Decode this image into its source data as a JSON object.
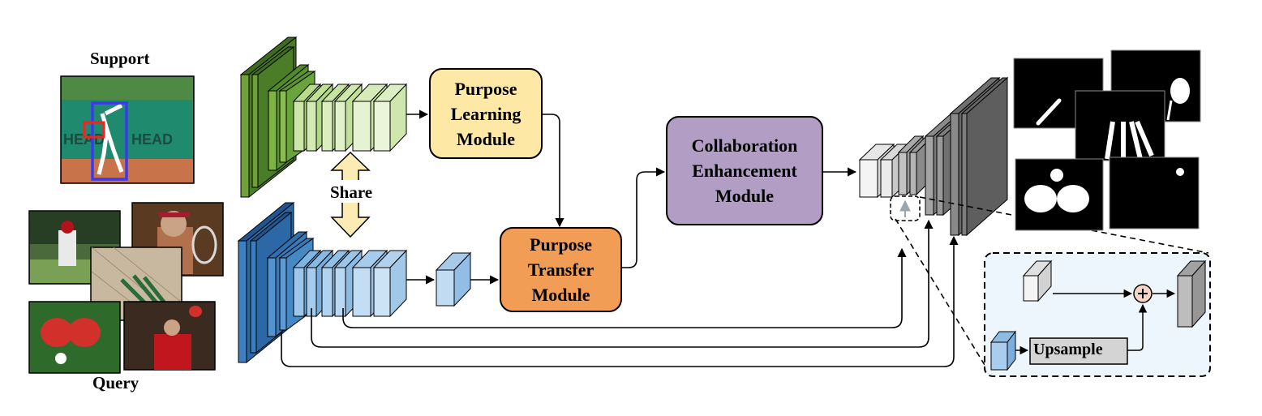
{
  "labels": {
    "support": "Support",
    "query": "Query",
    "share": "Share",
    "upsample": "Upsample"
  },
  "modules": {
    "plm": {
      "line1": "Purpose",
      "line2": "Learning",
      "line3": "Module"
    },
    "ptm": {
      "line1": "Purpose",
      "line2": "Transfer",
      "line3": "Module"
    },
    "cem": {
      "line1": "Collaboration",
      "line2": "Enhancement",
      "line3": "Module"
    }
  },
  "colors": {
    "plm": "#fde8a5",
    "ptm": "#f29d55",
    "cem": "#b29ec5",
    "support_encoder": "#70a23c",
    "query_encoder": "#3f7fc0",
    "decoder": "#7a7a7a",
    "inset_bg": "#eef6fd"
  }
}
